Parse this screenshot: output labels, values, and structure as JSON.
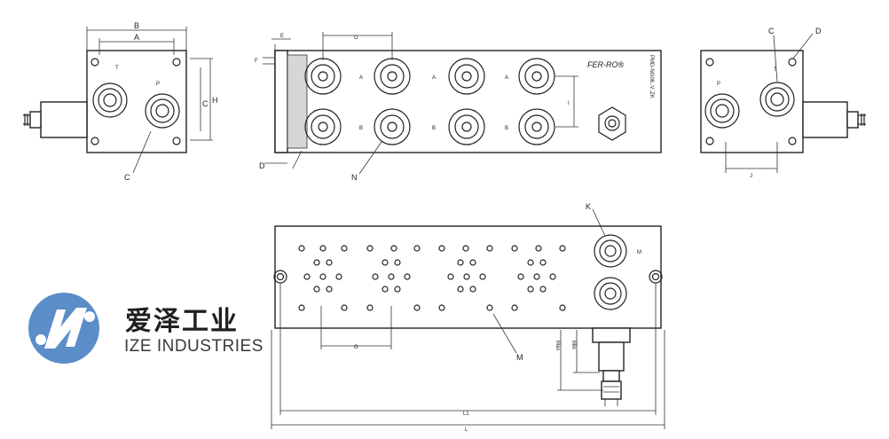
{
  "logo": {
    "name_cn": "爱泽工业",
    "name_en": "IZE INDUSTRIES",
    "icon": "ize-logo-icon",
    "color_blue": "#5b8dc9"
  },
  "left_view": {
    "dim_top_outer": "B",
    "dim_top_inner": "A",
    "dim_side_outer": "H",
    "dim_side_inner": "C",
    "port_t": "T",
    "port_p": "P",
    "callout": "C"
  },
  "top_view": {
    "dim_e": "E",
    "dim_f": "F",
    "dim_d": "D",
    "dim_g": "G",
    "dim_i": "I",
    "callout_n": "N",
    "ports_a": [
      "A",
      "A",
      "A"
    ],
    "ports_b": [
      "B",
      "B",
      "B"
    ],
    "brand_mark": "FER-RO®",
    "model_code": "PMD-NG06..V..ZK"
  },
  "right_view": {
    "callout_c": "C",
    "callout_d": "D",
    "port_t": "T",
    "port_p": "P",
    "dim_j": "J"
  },
  "bottom_view": {
    "callout_k": "K",
    "port_m": "M",
    "dim_g": "G",
    "callout_m": "M",
    "dim_max": "Max",
    "dim_min": "Min",
    "dim_l1": "L1",
    "dim_l": "L"
  }
}
